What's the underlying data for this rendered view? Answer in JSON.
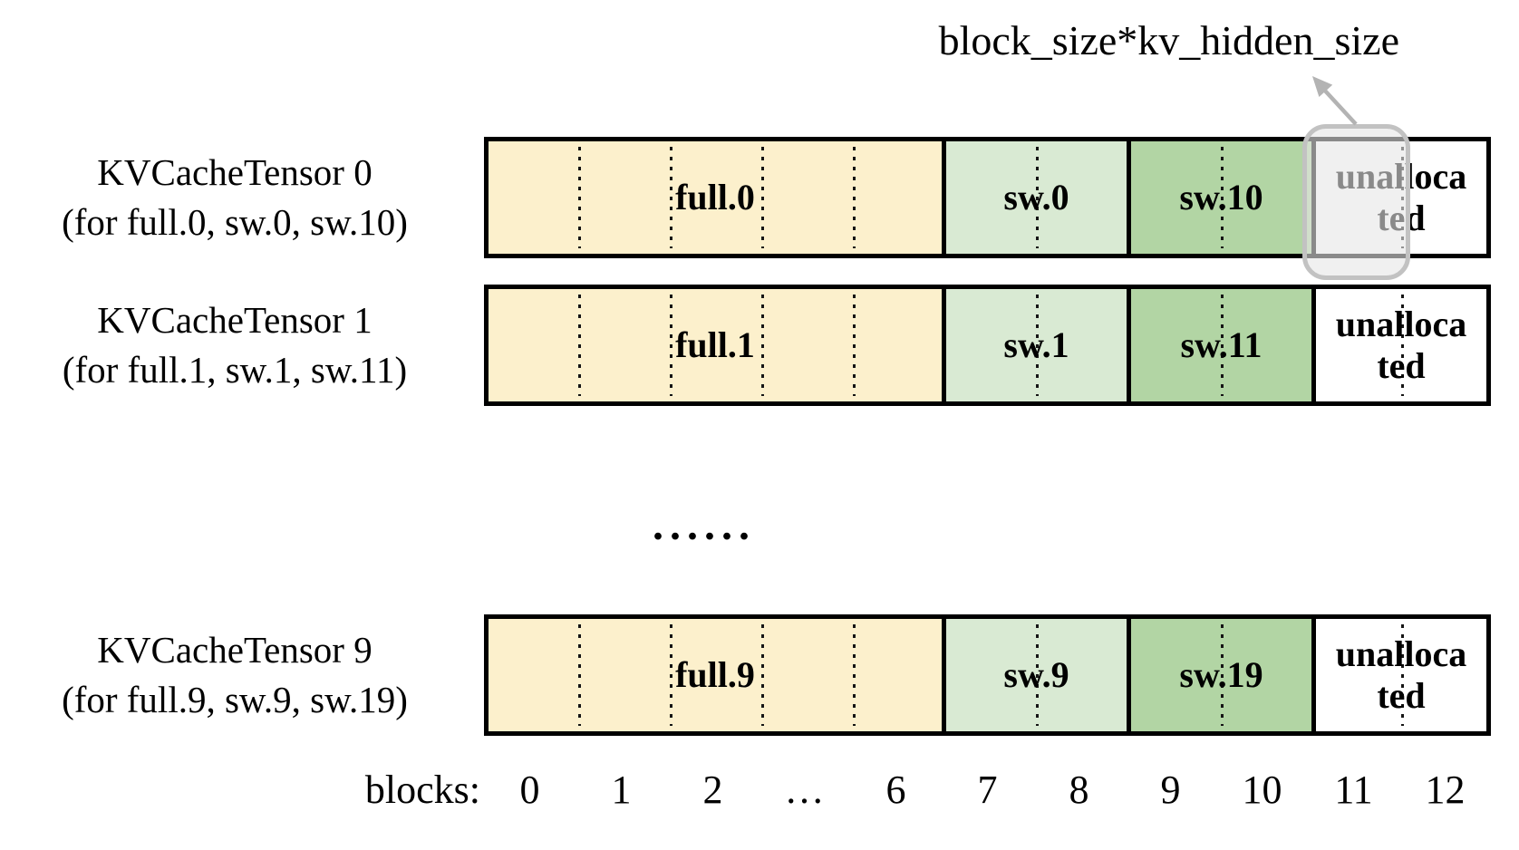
{
  "annotation": {
    "label": "block_size*kv_hidden_size"
  },
  "rows": [
    {
      "title": "KVCacheTensor 0",
      "subtitle": "(for full.0, sw.0, sw.10)",
      "segments": {
        "full": "full.0",
        "sw_a": "sw.0",
        "sw_b": "sw.10",
        "unallocated": "unalloca\nted"
      }
    },
    {
      "title": "KVCacheTensor 1",
      "subtitle": "(for full.1, sw.1, sw.11)",
      "segments": {
        "full": "full.1",
        "sw_a": "sw.1",
        "sw_b": "sw.11",
        "unallocated": "unalloca\nted"
      }
    },
    {
      "title": "KVCacheTensor 9",
      "subtitle": "(for full.9, sw.9, sw.19)",
      "segments": {
        "full": "full.9",
        "sw_a": "sw.9",
        "sw_b": "sw.19",
        "unallocated": "unalloca\nted"
      }
    }
  ],
  "gap_ellipsis": "......",
  "axis": {
    "label": "blocks:",
    "ticks": [
      "0",
      "1",
      "2",
      "…",
      "6",
      "7",
      "8",
      "9",
      "10",
      "11",
      "12"
    ]
  },
  "colors": {
    "full_block": "#FCF0CC",
    "sw_a_block": "#D9EAD3",
    "sw_b_block": "#B2D5A4",
    "unallocated_block": "#FFFFFF",
    "bar_border": "#000000",
    "highlight_border": "#C2C2C2",
    "highlight_fill": "rgba(230,230,230,0.6)",
    "arrow": "#B3B3B3"
  }
}
